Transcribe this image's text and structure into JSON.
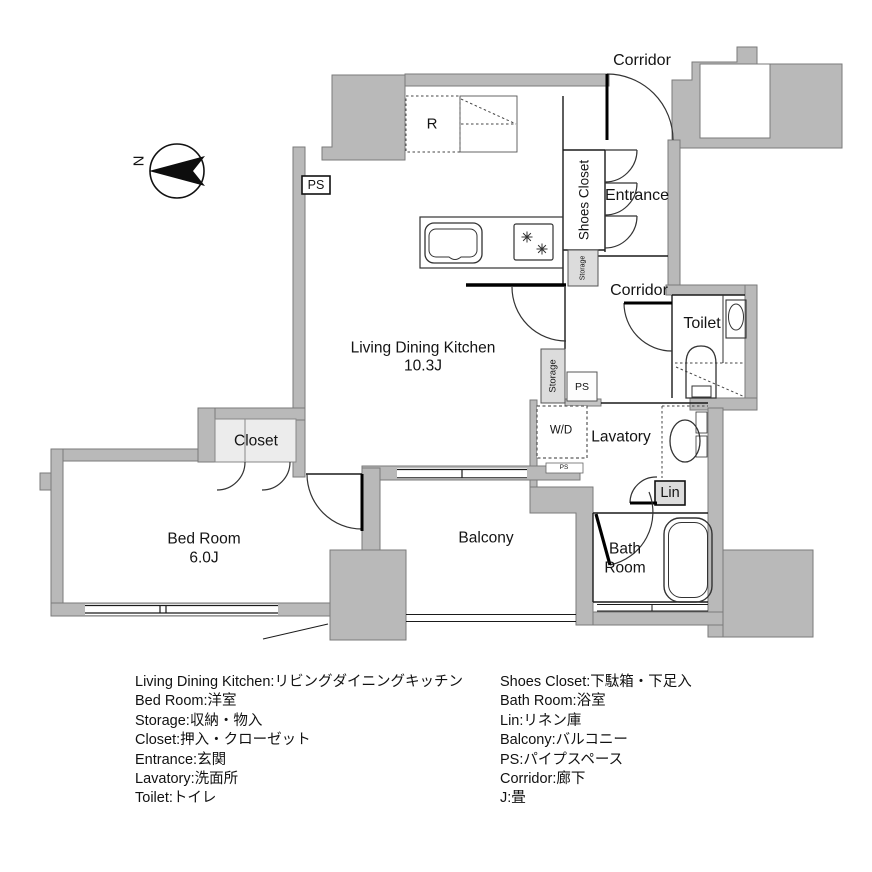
{
  "compass": {
    "north_label": "N"
  },
  "rooms": {
    "corridor_top": "Corridor",
    "corridor_mid": "Corridor",
    "refrigerator": "R",
    "ps_left": "PS",
    "ps_mid": "PS",
    "ps_small": "PS",
    "shoes_closet": "Shoes Closet",
    "entrance": "Entrance",
    "storage_upper": "Storage",
    "storage_lower": "Storage",
    "toilet": "Toilet",
    "ldk": {
      "name": "Living Dining Kitchen",
      "size": "10.3J"
    },
    "wd": "W/D",
    "lavatory": "Lavatory",
    "closet": "Closet",
    "lin": "Lin",
    "bedroom": {
      "name": "Bed Room",
      "size": "6.0J"
    },
    "balcony": "Balcony",
    "bathroom": {
      "line1": "Bath",
      "line2": "Room"
    }
  },
  "legend": {
    "left": [
      "Living Dining Kitchen:リビングダイニングキッチン",
      "Bed Room:洋室",
      "Storage:収納・物入",
      "Closet:押入・クローゼット",
      "Entrance:玄関",
      "Lavatory:洗面所",
      "Toilet:トイレ"
    ],
    "right": [
      "Shoes Closet:下駄箱・下足入",
      "Bath Room:浴室",
      "Lin:リネン庫",
      "Balcony:バルコニー",
      "PS:パイプスペース",
      "Corridor:廊下",
      "J:畳"
    ]
  },
  "colors": {
    "wall_fill": "#b9b9b9",
    "wall_stroke": "#7a7a7a",
    "light_box": "#dcdcdc",
    "closet_fill": "#ececec",
    "line": "#1a1a1a",
    "text": "#141414"
  }
}
